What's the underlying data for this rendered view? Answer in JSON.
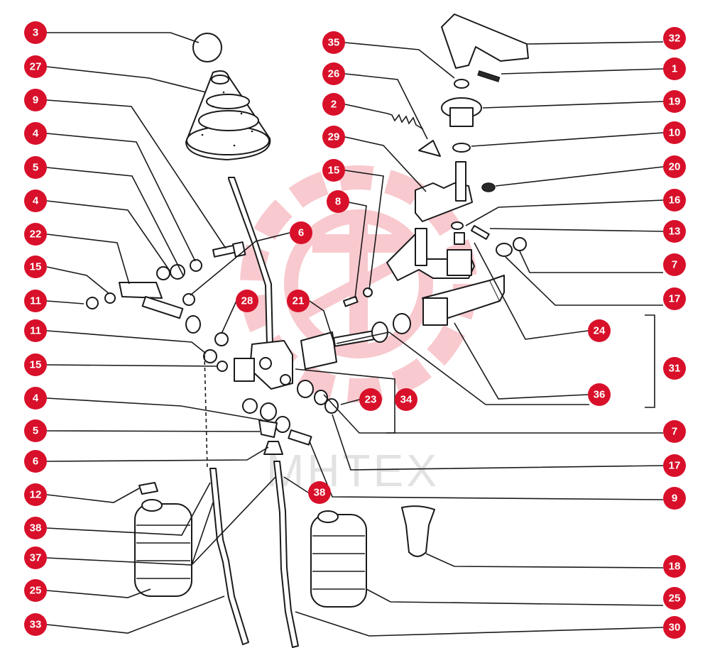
{
  "watermark": {
    "text": "MHTEX",
    "logo": "gear-logo"
  },
  "colors": {
    "badge": "#d8102a",
    "ink": "#1a1a1a",
    "watermark_logo": "#f3a8ae",
    "watermark_text": "#cfcfcf"
  },
  "callouts": {
    "left": [
      "3",
      "27",
      "9",
      "4",
      "5",
      "4",
      "22",
      "15",
      "11",
      "11",
      "15",
      "4",
      "5",
      "6",
      "12",
      "38",
      "37",
      "25",
      "33"
    ],
    "right": [
      "32",
      "1",
      "19",
      "10",
      "20",
      "16",
      "13",
      "7",
      "17",
      "31",
      "7",
      "17",
      "9",
      "18",
      "25",
      "30"
    ],
    "inner": [
      "35",
      "26",
      "2",
      "29",
      "15",
      "8",
      "6",
      "28",
      "21",
      "23",
      "34",
      "24",
      "36",
      "38"
    ]
  }
}
